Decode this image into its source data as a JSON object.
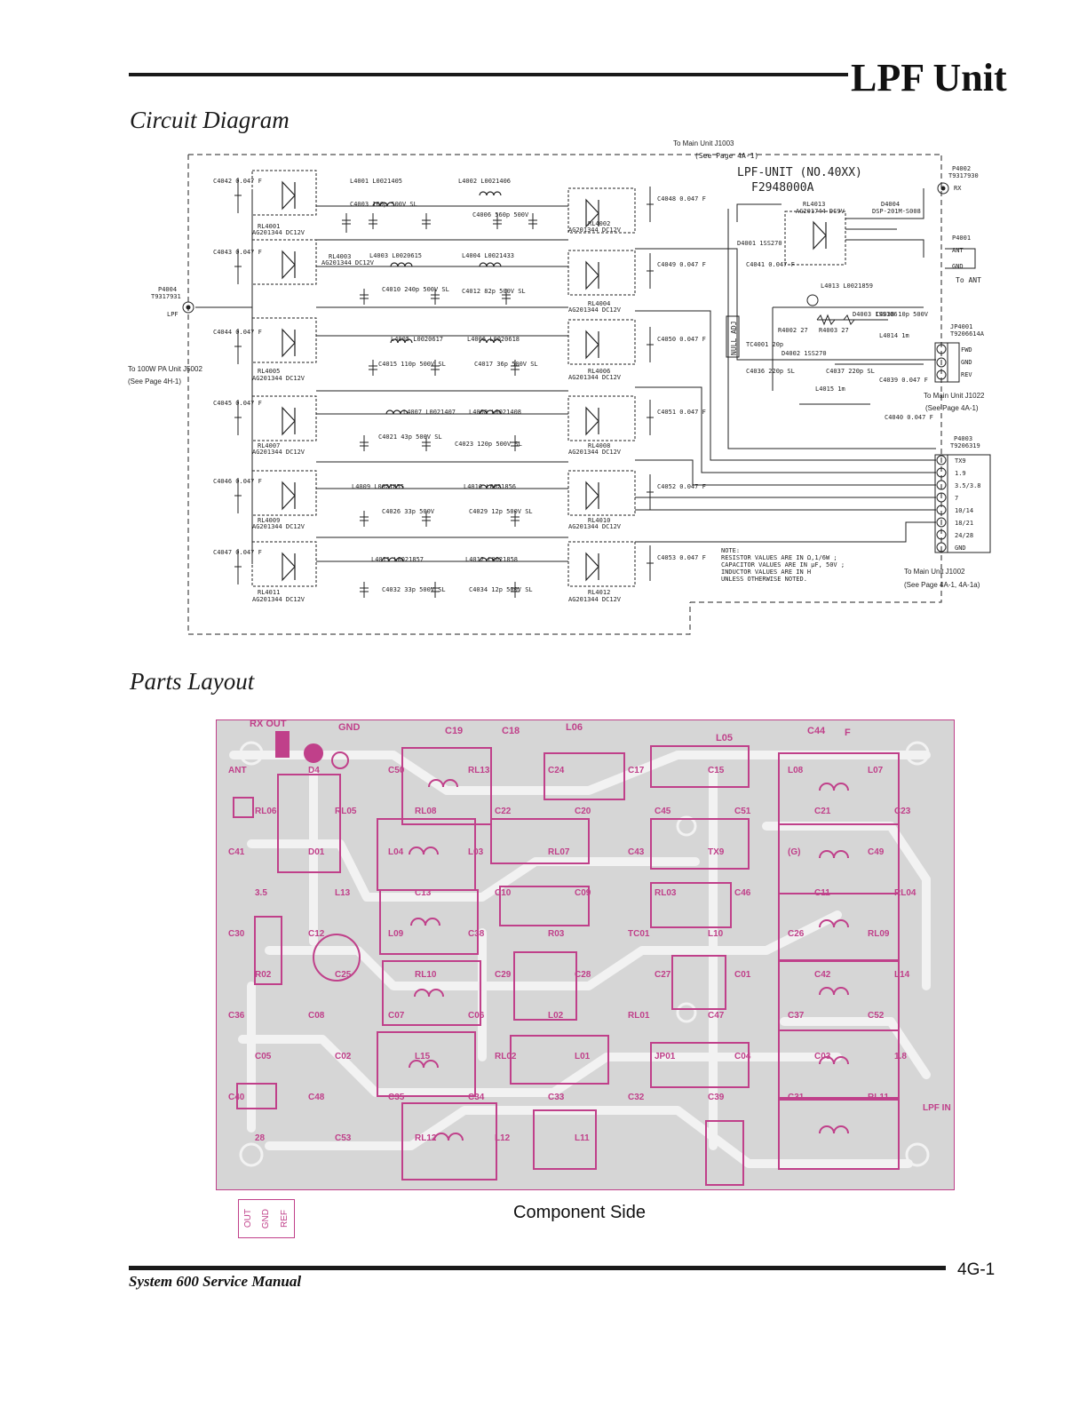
{
  "header": {
    "title": "LPF Unit"
  },
  "sections": {
    "circuit": "Circuit Diagram",
    "parts": "Parts Layout"
  },
  "schematic": {
    "unit_label": "LPF-UNIT (NO.40XX)",
    "part_number": "F2948000A",
    "to_main_j1003": "To Main Unit J1003",
    "see_4a1_top": "(See Page 4A-1)",
    "p4002": "P4002",
    "p4002_num": "T9317930",
    "rx": "RX",
    "p4001": "P4001",
    "ant": "ANT",
    "gnd": "GND",
    "to_ant": "To ANT",
    "p4004": "P4004",
    "p4004_num": "T9317931",
    "lpf": "LPF",
    "to_pa": "To 100W PA Unit J5002",
    "see_4h1": "(See Page 4H-1)",
    "jp4001": "JP4001",
    "jp4001_num": "T9206614A",
    "fwd": "FWD",
    "rev": "REV",
    "to_main_j1022": "To Main Unit J1022",
    "see_4a1_mid": "(See Page 4A-1)",
    "p4003": "P4003",
    "p4003_num": "T9206319",
    "p4003_pins": [
      "TX9",
      "1.9",
      "3.5/3.8",
      "7",
      "10/14",
      "18/21",
      "24/28",
      "GND"
    ],
    "to_main_j1002": "To Main Unit J1002",
    "see_4a1_bottom": "(See Page 4A-1, 4A-1a)",
    "note_title": "NOTE:",
    "note_lines": [
      "RESISTOR  VALUES ARE IN Ω,1/6W ;",
      "CAPACITOR VALUES ARE IN μF, 50V ;",
      "INDUCTOR  VALUES ARE IN H",
      "UNLESS OTHERWISE NOTED."
    ],
    "null_adj": "NULL ADJ",
    "relays_left": [
      {
        "ref": "RL4001",
        "part": "AG201344 DC12V"
      },
      {
        "ref": "RL4003",
        "part": "AG201344 DC12V"
      },
      {
        "ref": "RL4005",
        "part": "AG201344 DC12V"
      },
      {
        "ref": "RL4007",
        "part": "AG201344 DC12V"
      },
      {
        "ref": "RL4009",
        "part": "AG201344 DC12V"
      },
      {
        "ref": "RL4011",
        "part": "AG201344 DC12V"
      }
    ],
    "relays_right": [
      {
        "ref": "RL4002",
        "part": "AG201344 DC12V"
      },
      {
        "ref": "RL4004",
        "part": "AG201344 DC12V"
      },
      {
        "ref": "RL4006",
        "part": "AG201344 DC12V"
      },
      {
        "ref": "RL4008",
        "part": "AG201344 DC12V"
      },
      {
        "ref": "RL4010",
        "part": "AG201344 DC12V"
      },
      {
        "ref": "RL4012",
        "part": "AG201344 DC12V"
      }
    ],
    "inductors": [
      "L4001 L0021405",
      "L4002 L0021406",
      "L4003 L0020615",
      "L4004 L0021433",
      "L4005 L0020617",
      "L4006 L0020618",
      "L4007 L0021407",
      "L4008 L0021408",
      "L4009 L0021855",
      "L4010 L0021856",
      "L4011 L0021857",
      "L4012 L0021858"
    ],
    "caps_left": [
      "C4042 0.047 F",
      "C4043 0.047 F",
      "C4044 0.047 F",
      "C4045 0.047 F",
      "C4046 0.047 F",
      "C4047 0.047 F"
    ],
    "caps_right": [
      "C4048 0.047 F",
      "C4049 0.047 F",
      "C4050 0.047 F",
      "C4051 0.047 F",
      "C4052 0.047 F",
      "C4053 0.047 F"
    ],
    "caps_series": [
      "C4003 160p 500V SL",
      "C4006 560p 500V",
      "C4010 240p 500V SL",
      "C4012 82p 500V SL",
      "C4015 110p 500V SL",
      "C4017 36p 500V SL",
      "C4021 43p 500V SL",
      "C4023 120p 500V SL",
      "C4026 33p 500V",
      "C4029 12p 500V SL",
      "C4032 33p 500V SL",
      "C4034 12p 500V SL"
    ],
    "rl4013": "RL4013",
    "rl4013_part": "AG201744 DC9V",
    "d4004": "D4004",
    "d4004_part": "DSP-201M-S008",
    "d4001": "D4001 1SS270",
    "c4041": "C4041 0.047 F",
    "l4013": "L4013 L0021859",
    "r4002": "R4002 27",
    "r4003": "R4003 27",
    "d4003": "D4003 1SS106",
    "c4038": "C4038 10p 500V",
    "l4014": "L4014 1m",
    "tc4001": "TC4001 20p",
    "d4002": "D4002 1SS270",
    "c4036": "C4036 220p SL",
    "c4037": "C4037 220p SL",
    "c4039": "C4039 0.047 F",
    "l4015": "L4015 1m",
    "c4040": "C4040 0.047 F"
  },
  "pcb": {
    "caption": "Component Side",
    "labels_top": [
      "RX OUT",
      "GND",
      "C19",
      "C18",
      "L06",
      "L05",
      "C44",
      "F"
    ],
    "labels": [
      "ANT",
      "D4",
      "C50",
      "RL13",
      "C24",
      "C17",
      "C15",
      "L08",
      "L07",
      "RL06",
      "RL05",
      "RL08",
      "C22",
      "C20",
      "C45",
      "C51",
      "C21",
      "C23",
      "C41",
      "D01",
      "L04",
      "L03",
      "RL07",
      "C43",
      "TX9",
      "(G)",
      "C49",
      "3.5",
      "L13",
      "C13",
      "C10",
      "C09",
      "RL03",
      "C46",
      "C11",
      "RL04",
      "C30",
      "C12",
      "L09",
      "C38",
      "R03",
      "TC01",
      "L10",
      "C26",
      "RL09",
      "R02",
      "C25",
      "RL10",
      "C29",
      "C28",
      "C27",
      "C01",
      "C42",
      "L14",
      "C36",
      "C08",
      "C07",
      "C06",
      "L02",
      "RL01",
      "C47",
      "C37",
      "C52",
      "C05",
      "C02",
      "L15",
      "RL02",
      "L01",
      "JP01",
      "C04",
      "C03",
      "1.8",
      "C40",
      "C48",
      "C35",
      "C34",
      "C33",
      "C32",
      "C39",
      "C31",
      "RL11",
      "28",
      "C53",
      "RL12",
      "L12",
      "L11"
    ],
    "lpf_in": "LPF IN",
    "ref_labels": [
      "OUT",
      "GND",
      "REF"
    ]
  },
  "footer": {
    "manual": "System 600 Service Manual",
    "page": "4G-1"
  }
}
